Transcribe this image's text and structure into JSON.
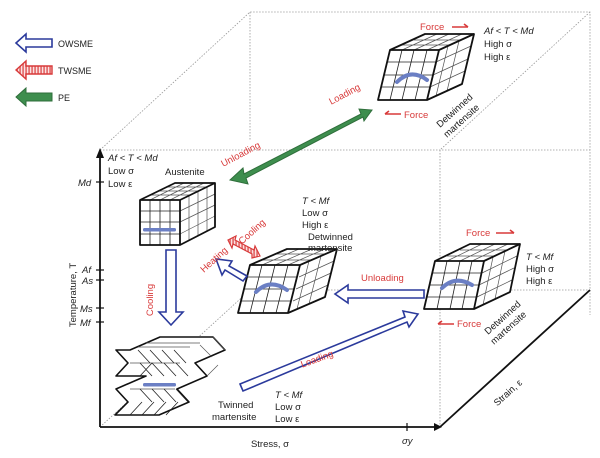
{
  "legend": [
    {
      "label": "OWSME",
      "color": "#2b3a9c",
      "style": "hollow"
    },
    {
      "label": "TWSME",
      "color": "#d83a3a",
      "style": "striped"
    },
    {
      "label": "PE",
      "color": "#3e8e4e",
      "style": "filled"
    }
  ],
  "axes": {
    "y_label": "Temperature, T",
    "x_label": "Stress, σ",
    "z_label": "Strain, ε",
    "y_ticks": [
      "Md",
      "Af",
      "As",
      "Ms",
      "Mf"
    ],
    "x_ticks": [
      "σy"
    ]
  },
  "states": {
    "austenite": {
      "name": "Austenite",
      "cond1": "Af < T < Md",
      "cond2": "Low σ",
      "cond3": "Low ε"
    },
    "twinned": {
      "name1": "Twinned",
      "name2": "martensite",
      "cond1": "T < Mf",
      "cond2": "Low σ",
      "cond3": "Low ε"
    },
    "detwinned_low": {
      "name1": "Detwinned",
      "name2": "martensite",
      "cond1": "T < Mf",
      "cond2": "Low σ",
      "cond3": "High ε"
    },
    "detwinned_high": {
      "name1": "Detwinned",
      "name2": "martensite",
      "cond1": "T < Mf",
      "cond2": "High σ",
      "cond3": "High ε",
      "force": "Force"
    },
    "detwinned_top": {
      "name1": "Detwinned",
      "name2": "martensite",
      "cond1": "Af < T < Md",
      "cond2": "High σ",
      "cond3": "High ε",
      "force": "Force"
    }
  },
  "transitions": {
    "cooling_owsme": "Cooling",
    "heating": "Heating",
    "cooling_twsme": "Cooling",
    "unloading_owsme": "Unloading",
    "loading_owsme": "Loading",
    "loading_pe": "Loading",
    "unloading_pe": "Unloading"
  },
  "colors": {
    "owsme": "#2b3a9c",
    "twsme": "#d83a3a",
    "pe": "#3e8e4e",
    "variant": "#6b7fc4"
  }
}
